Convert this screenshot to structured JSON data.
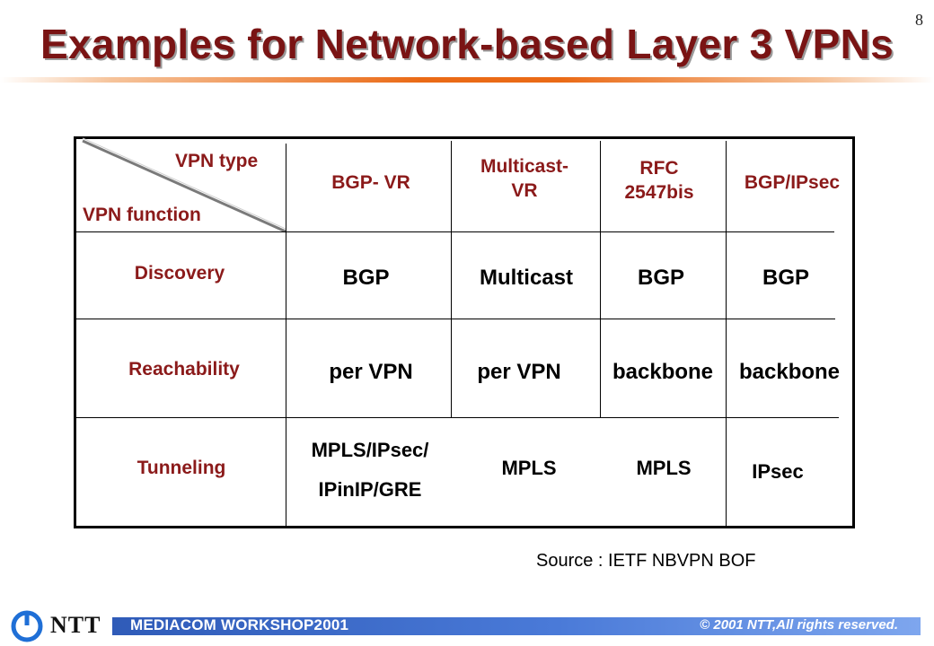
{
  "page_number": "8",
  "title": "Examples for Network-based Layer 3 VPNs",
  "table": {
    "corner": {
      "type_label": "VPN type",
      "function_label": "VPN function"
    },
    "columns": [
      "BGP- VR",
      "Multicast- VR",
      "RFC 2547bis",
      "BGP/IPsec"
    ],
    "rows": [
      {
        "label": "Discovery",
        "values": [
          "BGP",
          "Multicast",
          "BGP",
          "BGP"
        ]
      },
      {
        "label": "Reachability",
        "values": [
          "per VPN",
          "per VPN",
          "backbone",
          "backbone"
        ]
      },
      {
        "label": "Tunneling",
        "values": [
          "MPLS/IPsec/",
          "MPLS",
          "MPLS",
          "IPsec"
        ],
        "extra_line": "IPinIP/GRE"
      }
    ]
  },
  "source": "Source : IETF NBVPN BOF",
  "footer": {
    "brand": "NTT",
    "event": "MEDIACOM WORKSHOP2001",
    "copyright_symbol": "©",
    "copyright": "2001 NTT,All rights reserved."
  },
  "colors": {
    "title": "#7a1414",
    "accent_rule": "#ea6a16",
    "footer_bar": "#2f5bb8",
    "label_red": "#8b1a1a"
  }
}
